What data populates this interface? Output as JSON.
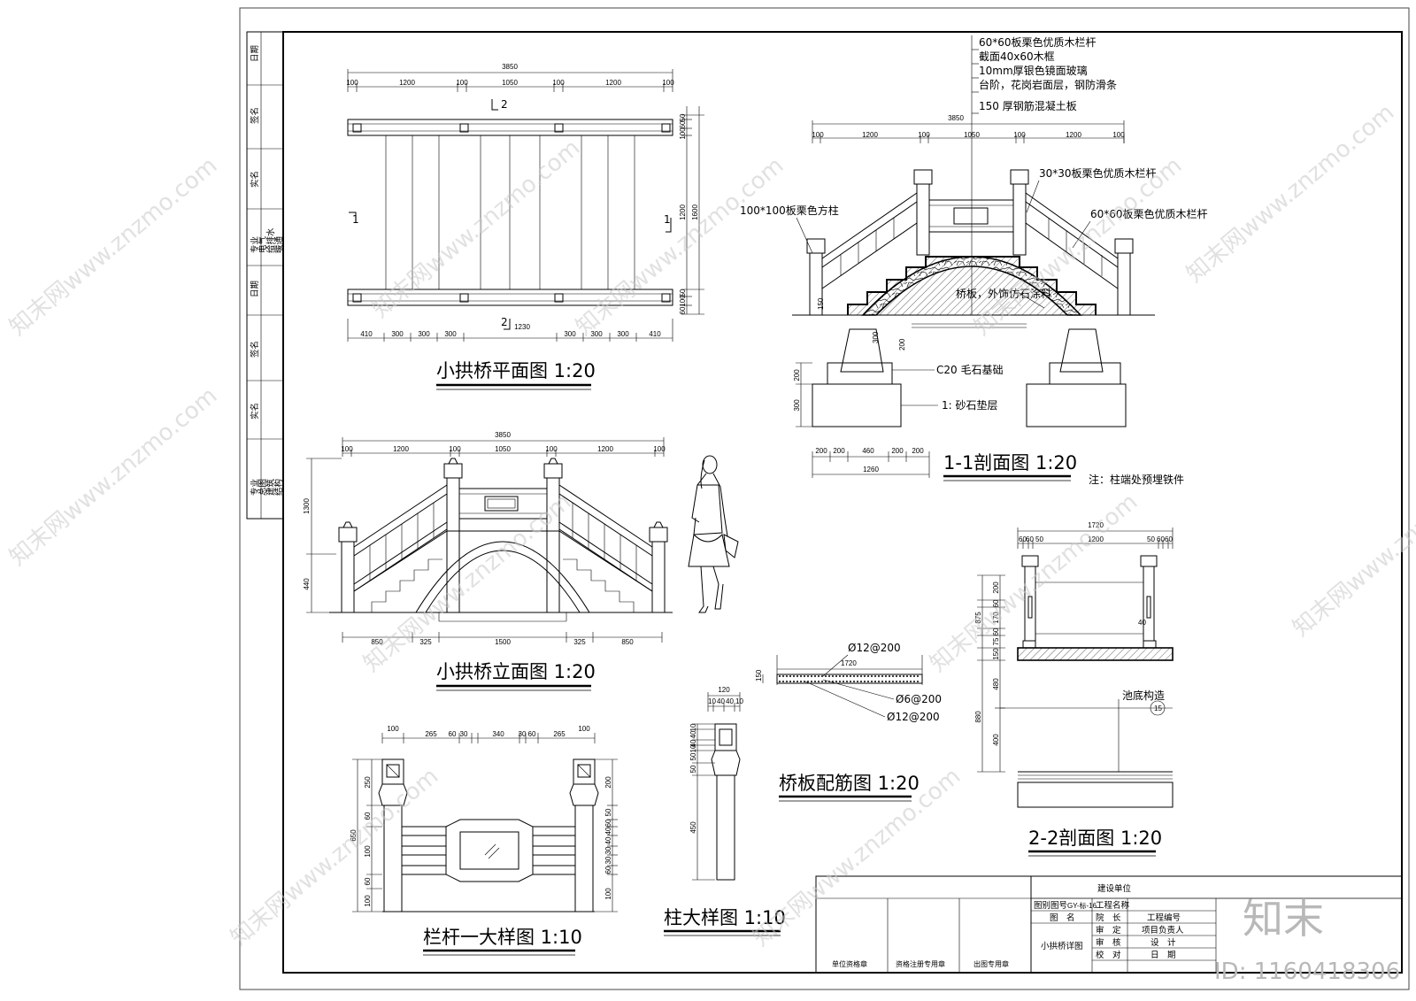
{
  "sheet": {
    "drawing_titles": {
      "plan": "小拱桥平面图 1:20",
      "elevation": "小拱桥立面图 1:20",
      "section_1_1": "1-1剖面图 1:20",
      "section_2_2": "2-2剖面图 1:20",
      "railing": "栏杆一大样图 1:10",
      "column": "柱大样图 1:10",
      "rebar": "桥板配筋图 1:20"
    },
    "callouts": {
      "c1": "60*60板栗色优质木栏杆",
      "c2": "截面40x60木框",
      "c3": "10mm厚银色镜面玻璃",
      "c4": "台阶，花岗岩面层，钢防滑条",
      "c5": "150 厚钢筋混凝土板",
      "c6": "30*30板栗色优质木栏杆",
      "c7": "60*60板栗色优质木栏杆",
      "c8": "100*100板栗色方柱",
      "c9": "桥板，外饰仿石涂料",
      "c10": "C20 毛石基础",
      "c11": "1: 砂石垫层",
      "c12": "注：柱端处预埋铁件",
      "c13": "池底构造",
      "c14": "15"
    },
    "rebar_labels": {
      "r1": "Ø12@200",
      "r2": "Ø6@200",
      "r3": "Ø12@200",
      "r4": "1720"
    },
    "plan_dims": {
      "top_total": "3850",
      "top": [
        "100",
        "1200",
        "100",
        "1050",
        "100",
        "1200",
        "100"
      ],
      "bottom": [
        "410",
        "300",
        "300",
        "300",
        "1230",
        "300",
        "300",
        "300",
        "410"
      ],
      "right": [
        "50",
        "60",
        "100",
        "1200",
        "1600",
        "50",
        "100",
        "60"
      ],
      "marks": [
        "2",
        "1",
        "1",
        "2"
      ]
    },
    "elev_dims": {
      "top_total": "3850",
      "top": [
        "100",
        "1200",
        "100",
        "1050",
        "100",
        "1200",
        "100"
      ],
      "left": [
        "1300",
        "440"
      ],
      "bottom": [
        "850",
        "325",
        "1500",
        "325",
        "850"
      ]
    },
    "sec11_dims": {
      "top_total": "3850",
      "top": [
        "100",
        "1200",
        "100",
        "1050",
        "100",
        "1200",
        "100"
      ],
      "left": [
        "200",
        "300"
      ],
      "small": [
        "150",
        "300",
        "200"
      ],
      "bottom": [
        "200",
        "200",
        "460",
        "200",
        "200"
      ],
      "bottom_total": "1260"
    },
    "sec22_dims": {
      "top_total": "1720",
      "top": [
        "60",
        "60",
        "50",
        "1200",
        "50",
        "60",
        "60"
      ],
      "left": [
        "200",
        "60",
        "170",
        "60",
        "75",
        "875",
        "150",
        "480",
        "880",
        "400"
      ],
      "inner": "40"
    },
    "railing_dims": {
      "top": [
        "100",
        "265",
        "60",
        "30",
        "340",
        "30",
        "60",
        "265",
        "100"
      ],
      "left": [
        "250",
        "60",
        "650",
        "100",
        "60",
        "100"
      ],
      "right": [
        "200",
        "50",
        "60",
        "40",
        "40",
        "30",
        "30",
        "60",
        "100"
      ]
    },
    "column_dims": {
      "top": [
        "120",
        "10",
        "40",
        "40",
        "10"
      ],
      "left": [
        "10",
        "40",
        "40",
        "10",
        "50",
        "50",
        "450"
      ]
    },
    "title_block": {
      "client": "建设单位",
      "drawing_no_label": "图别图号",
      "drawing_no": "GY-标-16",
      "project_name": "工程名称",
      "sheet_name_label": "图　名",
      "dean": "院　长",
      "project_no": "工程编号",
      "review": "审　定",
      "pm": "项目负责人",
      "check": "审　核",
      "design": "设　计",
      "proof": "校　对",
      "date": "日　期",
      "sheet_name": "小拱桥详图",
      "sign1": "单位资格章",
      "sign2": "资格注册专用章",
      "sign3": "出图专用章"
    },
    "signoff_strip": {
      "g1": [
        "日期",
        "签名",
        "实名"
      ],
      "g1_disc": [
        "专业",
        "电气",
        "给排水",
        "暖通"
      ],
      "g2": [
        "日期",
        "签名",
        "实名"
      ],
      "g2_disc": [
        "专业",
        "总图",
        "建筑",
        "结构"
      ]
    },
    "watermark": {
      "text": "知末网www.znzmo.com",
      "brand": "知末",
      "id": "ID: 1160418306"
    }
  }
}
